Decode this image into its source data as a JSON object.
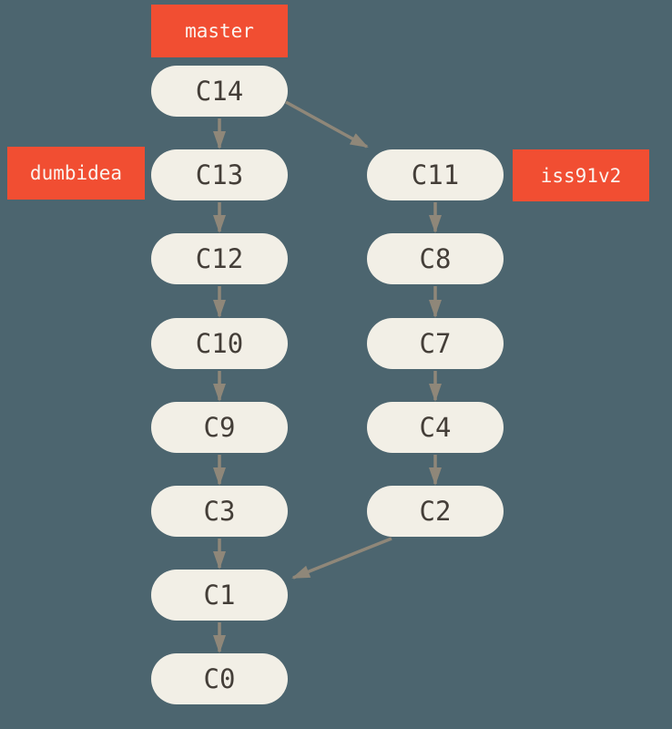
{
  "diagram": {
    "kind": "git-commit-history-graph",
    "background_color": "#4c656f",
    "node_fill_color": "#f2efe6",
    "node_text_color": "#443e38",
    "arrow_color": "#8f8779",
    "branch_label_fill_color": "#f14e32",
    "branch_label_text_color": "#fbf3ee",
    "branch_labels": [
      "master",
      "dumbidea",
      "iss91v2"
    ],
    "branch_label_targets": {
      "master": "C14",
      "dumbidea": "C13",
      "iss91v2": "C11"
    },
    "left_column": [
      "C14",
      "C13",
      "C12",
      "C10",
      "C9",
      "C3",
      "C1",
      "C0"
    ],
    "right_column": [
      "C11",
      "C8",
      "C7",
      "C4",
      "C2"
    ],
    "edges": [
      {
        "from": "C14",
        "to": "C13"
      },
      {
        "from": "C13",
        "to": "C12"
      },
      {
        "from": "C12",
        "to": "C10"
      },
      {
        "from": "C10",
        "to": "C9"
      },
      {
        "from": "C9",
        "to": "C3"
      },
      {
        "from": "C3",
        "to": "C1"
      },
      {
        "from": "C1",
        "to": "C0"
      },
      {
        "from": "C14",
        "to": "C11"
      },
      {
        "from": "C11",
        "to": "C8"
      },
      {
        "from": "C8",
        "to": "C7"
      },
      {
        "from": "C7",
        "to": "C4"
      },
      {
        "from": "C4",
        "to": "C2"
      },
      {
        "from": "C2",
        "to": "C1"
      }
    ]
  }
}
